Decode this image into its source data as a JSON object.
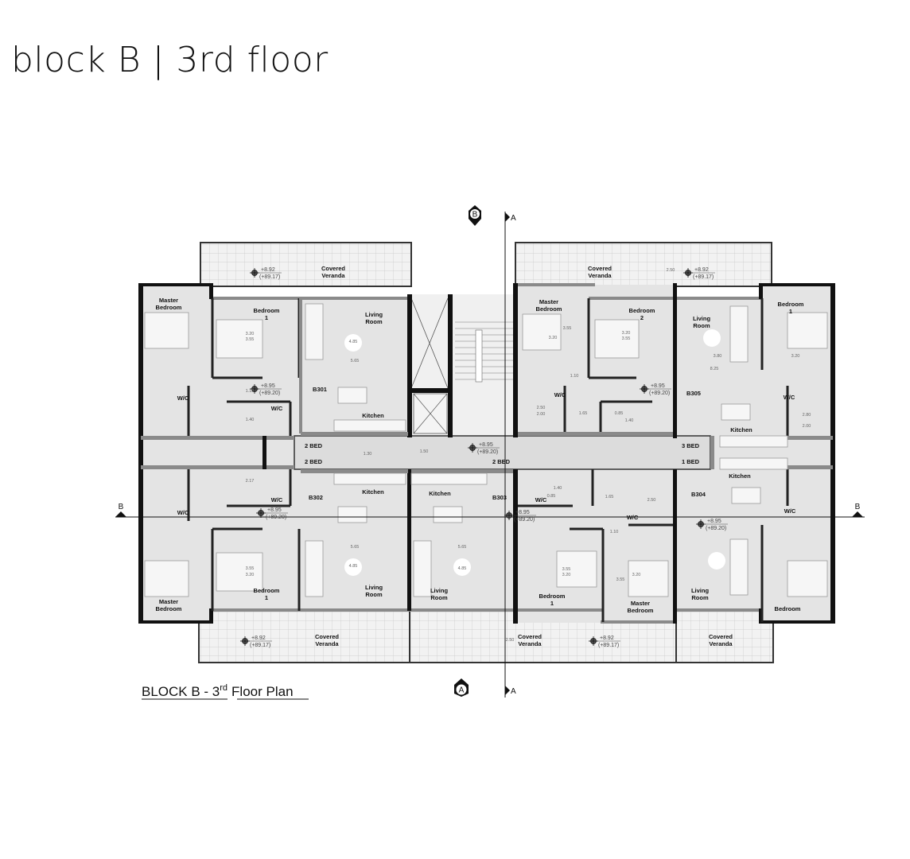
{
  "title": "block B | 3rd floor",
  "caption": {
    "main": "BLOCK B - 3",
    "sup": "rd",
    "rest": "Floor Plan"
  },
  "section_markers": {
    "top_circle": "B",
    "top_arrow": "A",
    "bottom_circle": "A",
    "bottom_arrow": "A",
    "left": "B",
    "right": "B"
  },
  "rooms": {
    "master_bedroom": [
      "Master",
      "Bedroom"
    ],
    "bedroom_1": [
      "Bedroom",
      "1"
    ],
    "bedroom_2": [
      "Bedroom",
      "2"
    ],
    "bedroom": "Bedroom",
    "living_room": [
      "Living",
      "Room"
    ],
    "kitchen": "Kitchen",
    "wc": "W/C",
    "covered_veranda": [
      "Covered",
      "Veranda"
    ]
  },
  "units": [
    "B301",
    "B302",
    "B303",
    "B304",
    "B305"
  ],
  "unit_types": {
    "b301_b302_top": "2 BED",
    "b302": "2 BED",
    "b303": "2 BED",
    "b305": "3 BED",
    "b304": "1 BED"
  },
  "elevations": {
    "floor": [
      "+8.95",
      "(+89.20)"
    ],
    "veranda": [
      "+8.92",
      "(+89.17)"
    ]
  },
  "dimensions": [
    "3.20",
    "3.55",
    "4.85",
    "5.65",
    "1.10",
    "1.40",
    "1.30",
    "1.50",
    "2.17",
    "2.50",
    "2.00",
    "1.65",
    "0.85",
    "2.80",
    "3.80",
    "8.25"
  ]
}
